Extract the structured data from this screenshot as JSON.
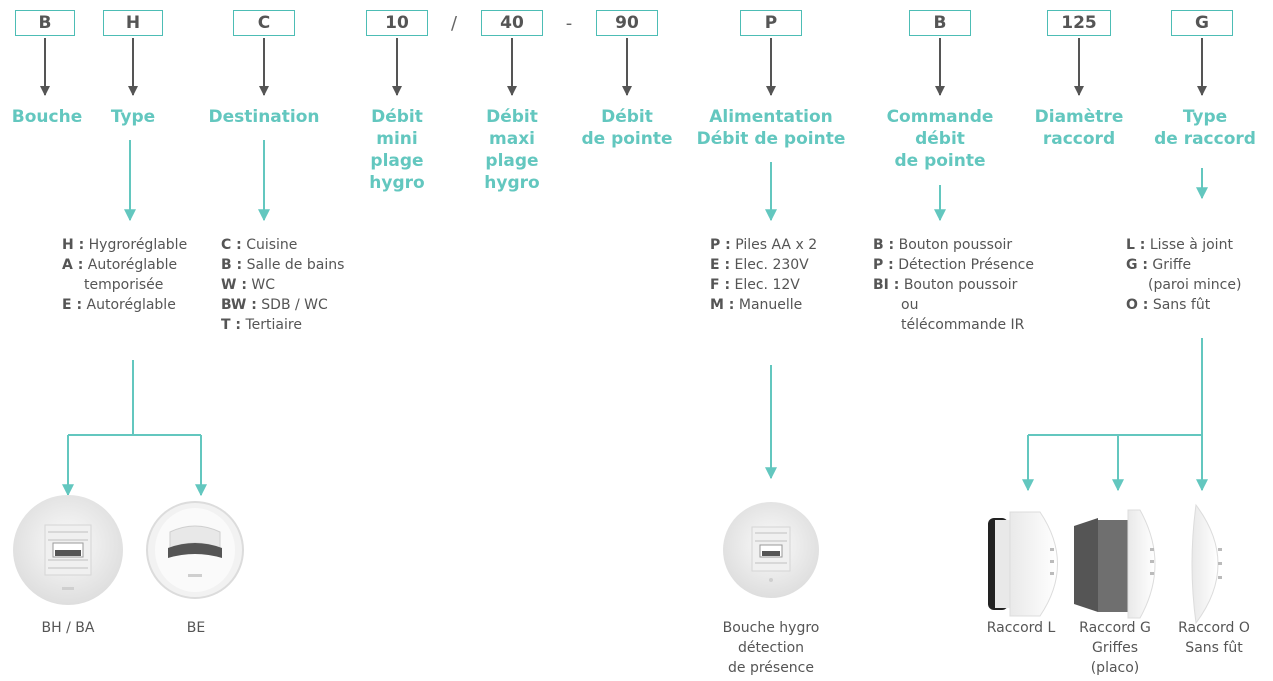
{
  "codes": [
    "B",
    "H",
    "C",
    "10",
    "40",
    "90",
    "P",
    "B",
    "125",
    "G"
  ],
  "separators": [
    "/",
    "-"
  ],
  "labels": {
    "bouche": [
      "Bouche"
    ],
    "type": [
      "Type"
    ],
    "destination": [
      "Destination"
    ],
    "debit_mini": [
      "Débit",
      "mini",
      "plage",
      "hygro"
    ],
    "debit_maxi": [
      "Débit",
      "maxi",
      "plage",
      "hygro"
    ],
    "debit_pointe": [
      "Débit",
      "de pointe"
    ],
    "alimentation": [
      "Alimentation",
      "Débit de pointe"
    ],
    "commande": [
      "Commande",
      "débit",
      "de pointe"
    ],
    "diametre": [
      "Diamètre",
      "raccord"
    ],
    "type_raccord": [
      "Type",
      "de raccord"
    ]
  },
  "lists": {
    "type": [
      {
        "key": "H :",
        "text": "Hygroréglable"
      },
      {
        "key": "A :",
        "text": "Autoréglable"
      },
      {
        "key": "",
        "text": "temporisée"
      },
      {
        "key": "E :",
        "text": "Autoréglable"
      }
    ],
    "destination": [
      {
        "key": "C :",
        "text": "Cuisine"
      },
      {
        "key": "B :",
        "text": "Salle de bains"
      },
      {
        "key": "W :",
        "text": "WC"
      },
      {
        "key": "BW :",
        "text": "SDB / WC"
      },
      {
        "key": "T :",
        "text": "Tertiaire"
      }
    ],
    "alimentation": [
      {
        "key": "P :",
        "text": "Piles AA x 2"
      },
      {
        "key": "E :",
        "text": "Elec. 230V"
      },
      {
        "key": "F :",
        "text": "Elec. 12V"
      },
      {
        "key": "M :",
        "text": "Manuelle"
      }
    ],
    "commande": [
      {
        "key": "B :",
        "text": "Bouton poussoir"
      },
      {
        "key": "P :",
        "text": "Détection Présence"
      },
      {
        "key": "BI :",
        "text": "Bouton poussoir"
      },
      {
        "key": "",
        "text": "ou"
      },
      {
        "key": "",
        "text": "télécommande IR"
      }
    ],
    "type_raccord": [
      {
        "key": "L :",
        "text": "Lisse à joint"
      },
      {
        "key": "G :",
        "text": "Griffe"
      },
      {
        "key": "",
        "text": "(paroi mince)"
      },
      {
        "key": "O :",
        "text": "Sans fût"
      }
    ]
  },
  "captions": {
    "bh_ba": [
      "BH / BA"
    ],
    "be": [
      "BE"
    ],
    "hygro_presence": [
      "Bouche hygro",
      "détection",
      "de présence"
    ],
    "raccord_l": [
      "Raccord L"
    ],
    "raccord_g": [
      "Raccord G",
      "Griffes",
      "(placo)"
    ],
    "raccord_o": [
      "Raccord O",
      "Sans fût"
    ]
  },
  "colors": {
    "teal": "#63c7bf",
    "code_border": "#4dbdb5",
    "arrow_grey": "#555555",
    "text": "#555555"
  }
}
